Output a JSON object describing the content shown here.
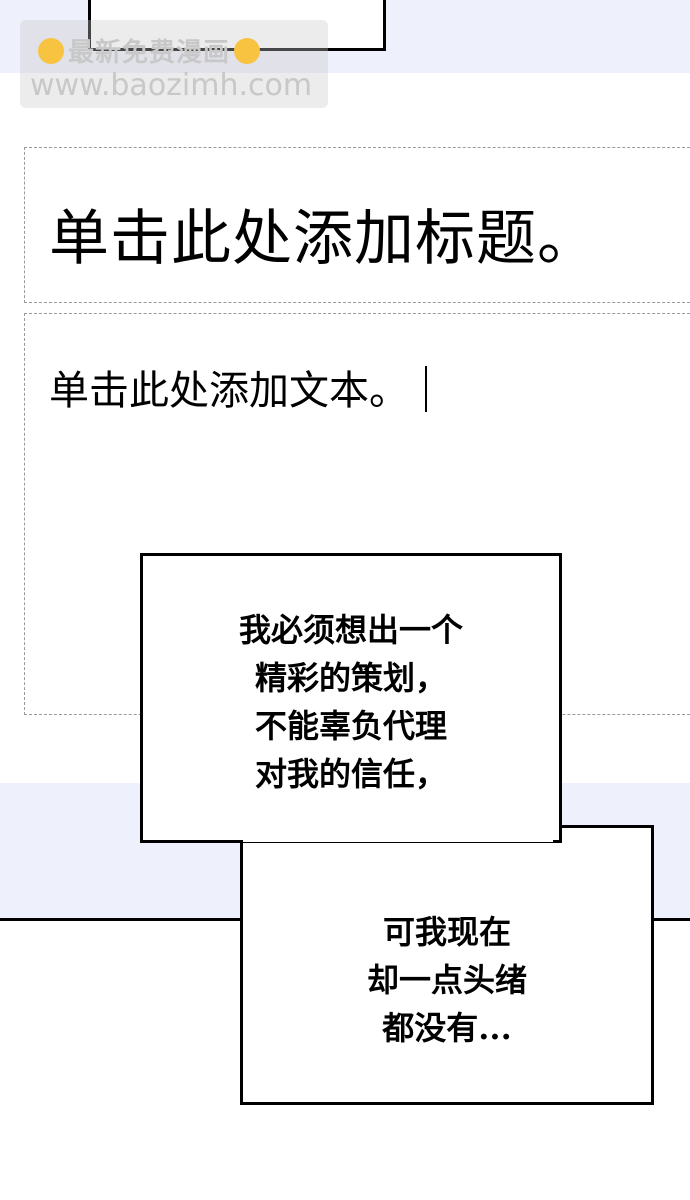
{
  "watermark": {
    "line1": "最新免费漫画",
    "line2": "www.baozimh.com",
    "icon": "pointing-down-hand-emoji"
  },
  "slide": {
    "title_placeholder": "单击此处添加标题。",
    "body_placeholder": "单击此处添加文本。"
  },
  "bubbles": {
    "first": [
      "我必须想出一个",
      "精彩的策划，",
      "不能辜负代理",
      "对我的信任，"
    ],
    "second": [
      "可我现在",
      "却一点头绪",
      "都没有..."
    ]
  },
  "colors": {
    "band": "#eef0fb",
    "border": "#000000",
    "dashed": "#9a9a9a"
  }
}
